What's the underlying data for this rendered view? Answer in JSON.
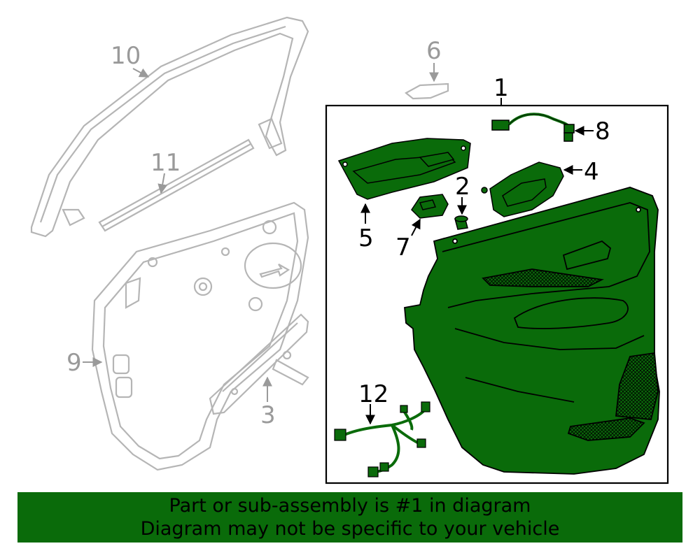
{
  "callouts": {
    "c1": "1",
    "c2": "2",
    "c3": "3",
    "c4": "4",
    "c5": "5",
    "c6": "6",
    "c7": "7",
    "c8": "8",
    "c9": "9",
    "c10": "10",
    "c11": "11",
    "c12": "12"
  },
  "banner": {
    "line1": "Part or sub-assembly is #1 in diagram",
    "line2": "Diagram may not be specific to your vehicle"
  },
  "colors": {
    "highlight": "#0a6b0a",
    "outline_gray": "#b5b5b5",
    "frame": "#000000"
  },
  "icons": {
    "part_2": "clip-icon",
    "part_4": "door-handle-icon",
    "part_5": "switch-bezel-icon",
    "part_7": "window-switch-icon",
    "part_8": "wire-harness-icon",
    "part_12": "wire-harness-icon"
  }
}
